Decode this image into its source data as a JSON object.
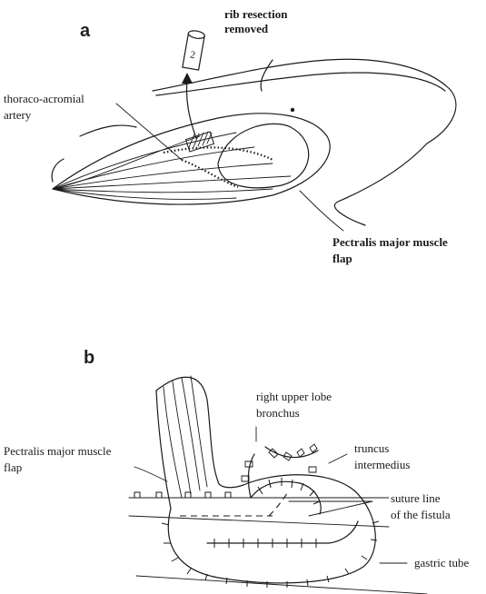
{
  "panels": {
    "a": {
      "letter": "a",
      "labels": {
        "rib_line1": "rib resection",
        "rib_line2": "removed",
        "rib_tag": "2",
        "artery_line1": "thoraco-acromial",
        "artery_line2": "artery",
        "flap_line1": "Pectralis major muscle",
        "flap_line2": "flap"
      }
    },
    "b": {
      "letter": "b",
      "labels": {
        "bronchus_line1": "right upper lobe",
        "bronchus_line2": "bronchus",
        "flap_line1": "Pectralis major muscle",
        "flap_line2": "flap",
        "truncus_line1": "truncus",
        "truncus_line2": "intermedius",
        "suture_line1": "suture line",
        "suture_line2": "of the fistula",
        "gastric": "gastric tube"
      }
    }
  },
  "colors": {
    "ink": "#1a1a1a",
    "paper": "#ffffff"
  }
}
